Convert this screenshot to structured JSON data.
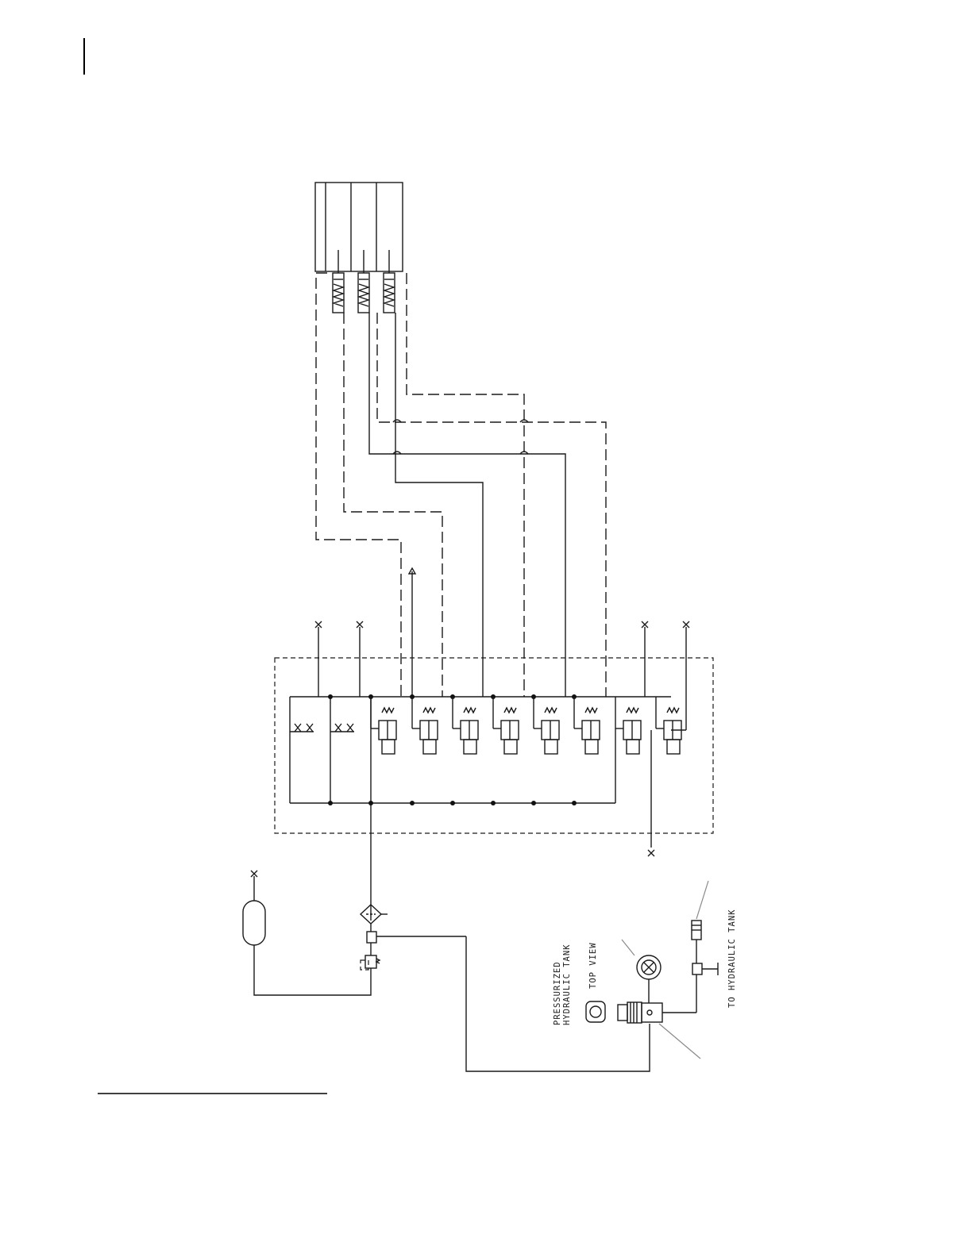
{
  "labels": {
    "pressurized_line1": "PRESSURIZED",
    "pressurized_line2": "HYDRAULIC TANK",
    "top_view": "TOP VIEW",
    "to_tank": "TO HYDRAULIC TANK"
  },
  "colors": {
    "line": "#1a1a1a",
    "leader": "#8a8a8a",
    "background": "#ffffff"
  },
  "components": {
    "cylinder_block": {
      "cylinders": 3
    },
    "valve_manifold": {
      "solenoid_valves": 8,
      "manual_valves": 2
    }
  }
}
